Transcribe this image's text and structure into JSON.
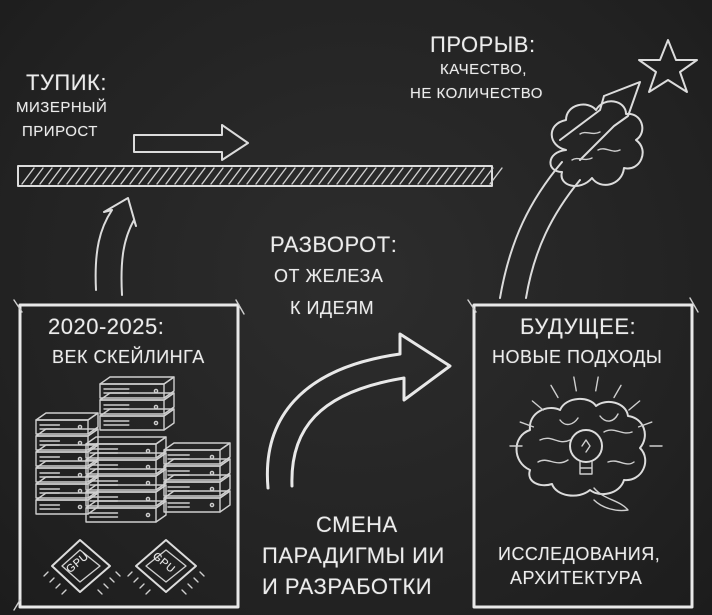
{
  "dead_end": {
    "title": "ТУПИК:",
    "line1": "МИЗЕРНЫЙ",
    "line2": "ПРИРОСТ"
  },
  "breakthrough": {
    "title": "ПРОРЫВ:",
    "line1": "КАЧЕСТВО,",
    "line2": "НЕ КОЛИЧЕСТВО"
  },
  "turn": {
    "title": "РАЗВОРОТ:",
    "line1": "ОТ ЖЕЛЕЗА",
    "line2": "К ИДЕЯМ"
  },
  "era_box": {
    "title": "2020-2025:",
    "subtitle": "ВЕК СКЕЙЛИНГА",
    "chip_label": "GPU"
  },
  "shift": {
    "line1": "СМЕНА",
    "line2": "ПАРАДИГМЫ ИИ",
    "line3": "И РАЗРАБОТКИ"
  },
  "future_box": {
    "title": "БУДУЩЕЕ:",
    "subtitle": "НОВЫЕ ПОДХОДЫ",
    "line1": "ИССЛЕДОВАНИЯ,",
    "line2": "АРХИТЕКТУРА"
  }
}
